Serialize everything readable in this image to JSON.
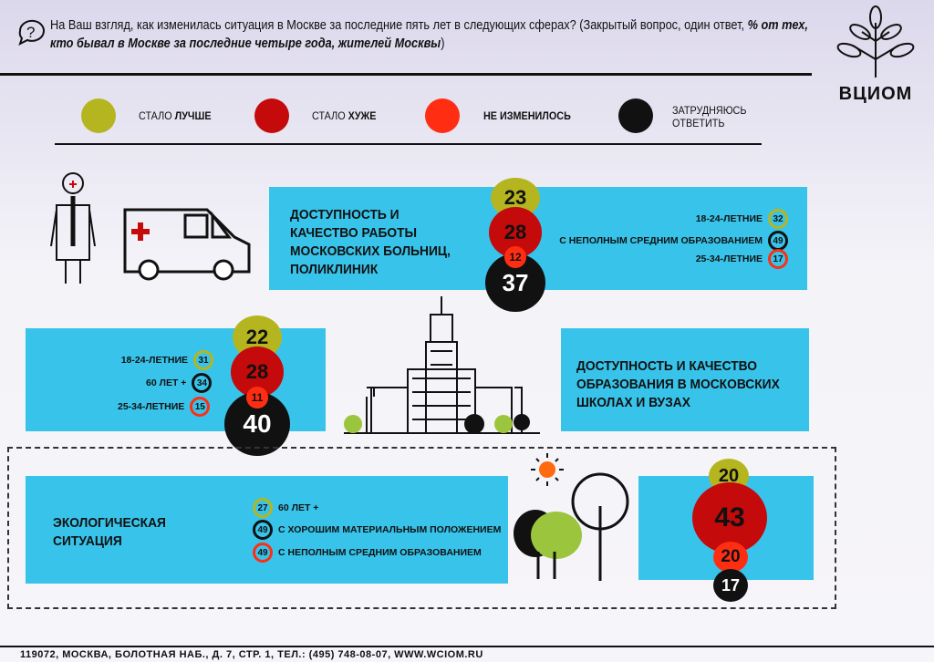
{
  "header": {
    "question": "На Ваш взгляд, как изменилась ситуация в Москве за последние пять лет в следующих сферах? (Закрытый вопрос, один ответ, ",
    "emph": "% от тех, кто бывал в Москве за последние четыре года, жителей Москвы",
    "tail": ")"
  },
  "logo": {
    "text": "ВЦИОМ"
  },
  "legend": [
    {
      "prefix": "стало ",
      "label": "лучше",
      "color": "#b5b520"
    },
    {
      "prefix": "стало ",
      "label": "хуже",
      "color": "#c40a0a"
    },
    {
      "prefix": "",
      "label": "не изменилось",
      "color": "#ff2e12"
    },
    {
      "prefix": "",
      "label": "затрудняюсь ответить",
      "color": "#111111"
    }
  ],
  "sections": [
    {
      "title": "Доступность и качество работы московских больниц, поликлиник",
      "values": {
        "better": 23,
        "worse": 28,
        "same": 12,
        "dk": 37
      },
      "items": [
        {
          "label": "18-24-летние",
          "value": 32,
          "color": "#b5b520"
        },
        {
          "label": "с неполным средним образованием",
          "value": 49,
          "color": "#111111"
        },
        {
          "label": "25-34-летние",
          "value": 17,
          "color": "#ff2e12"
        }
      ]
    },
    {
      "title": "Доступность и качество образования в московских школах и вузах",
      "values": {
        "better": 22,
        "worse": 28,
        "same": 11,
        "dk": 40
      },
      "items": [
        {
          "label": "18-24-летние",
          "value": 31,
          "color": "#b5b520"
        },
        {
          "label": "60 лет +",
          "value": 34,
          "color": "#111111"
        },
        {
          "label": "25-34-летние",
          "value": 15,
          "color": "#ff2e12"
        }
      ]
    },
    {
      "title": "Экологическая ситуация",
      "values": {
        "better": 20,
        "worse": 43,
        "same": 20,
        "dk": 17
      },
      "items": [
        {
          "label": "60 лет +",
          "value": 27,
          "color": "#b5b520"
        },
        {
          "label": "с хорошим материальным положением",
          "value": 49,
          "color": "#111111"
        },
        {
          "label": "с неполным средним образованием",
          "value": 49,
          "color": "#ff2e12"
        }
      ]
    }
  ],
  "footer": "119072, МОСКВА, БОЛОТНАЯ НАБ., Д. 7, СТР. 1, ТЕЛ.: (495) 748-08-07, WWW.WCIOM.RU"
}
